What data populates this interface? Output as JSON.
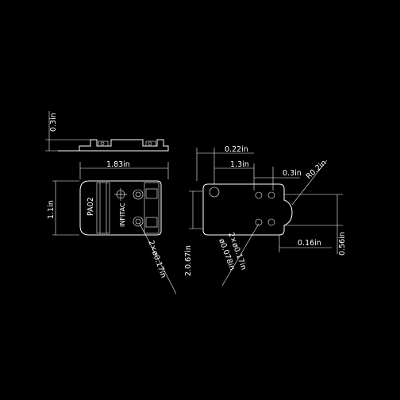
{
  "side_view": {
    "dim_height": "0.3in",
    "dim_length": "1.83in"
  },
  "top_view": {
    "dim_width": "1.1in",
    "part_label": "PA02",
    "brand_label": "INFITAC",
    "hole_callout": "2×ø0.17in"
  },
  "profile_view": {
    "dim_offset": "0.22in",
    "dim_spacing": "1.3in",
    "dim_hole_gap": "0.3in",
    "dim_radius": "R0.2in",
    "dim_height": "2.0.67in",
    "hole_callout_1": "2×ø0.17in",
    "hole_callout_2": "ø0.078in",
    "dim_notch": "0.16in",
    "dim_notch_height": "0.56in"
  }
}
